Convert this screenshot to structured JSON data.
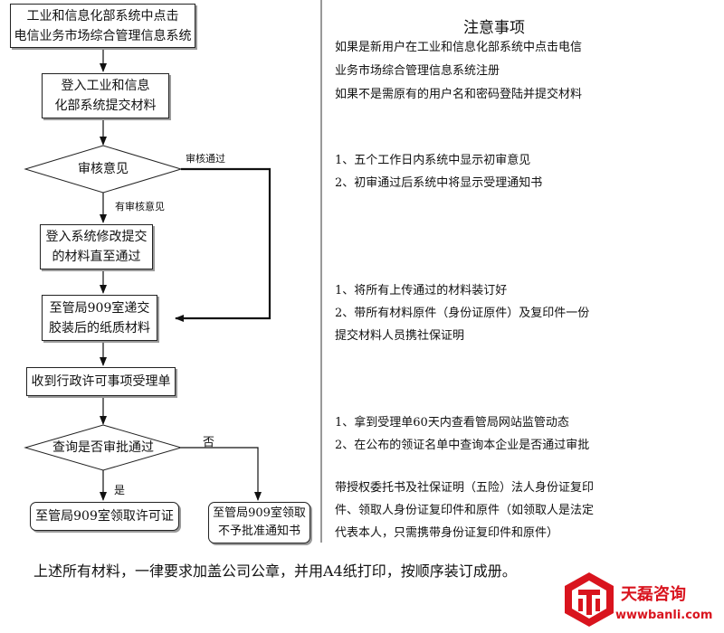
{
  "steps": {
    "s1": [
      "工业和信息化部系统中点击",
      "电信业务市场综合管理信息系统"
    ],
    "s2": [
      "登入工业和信息",
      "化部系统提交材料"
    ],
    "d1": "审核意见",
    "d1_yes": "审核通过",
    "d1_no": "有审核意见",
    "s3": [
      "登入系统修改提交",
      "的材料直至通过"
    ],
    "s4": [
      "至管局909室递交",
      "胶装后的纸质材料"
    ],
    "s5": "收到行政许可事项受理单",
    "d2": "查询是否审批通过",
    "d2_no": "否",
    "d2_yes": "是",
    "s6": "至管局909室领取许可证",
    "s7": [
      "至管局909室领取",
      "不予批准通知书"
    ]
  },
  "notes": {
    "title": "注意事项",
    "n1": [
      "如果是新用户在工业和信息化部系统中点击电信",
      "业务市场综合管理信息系统注册",
      "如果不是需原有的用户名和密码登陆并提交材料"
    ],
    "n2": [
      "1、五个工作日内系统中显示初审意见",
      "2、初审通过后系统中将显示受理通知书"
    ],
    "n3": [
      "1、将所有上传通过的材料装订好",
      "2、带所有材料原件（身份证原件）及复印件一份",
      "提交材料人员携社保证明"
    ],
    "n4": [
      "1、拿到受理单60天内查看管局网站监管动态",
      "2、在公布的领证名单中查询本企业是否通过审批"
    ],
    "n5": [
      "带授权委托书及社保证明（五险）法人身份证复印",
      "件、领取人身份证复印件和原件（如领取人是法定",
      "代表本人，只需携带身份证复印件和原件）"
    ]
  },
  "footer": "上述所有材料，一律要求加盖公司公章，并用A4纸打印，按顺序装订成册。",
  "brand": {
    "name": "天磊咨询",
    "url": "wwwbanli.com",
    "color": "#d9141e"
  }
}
